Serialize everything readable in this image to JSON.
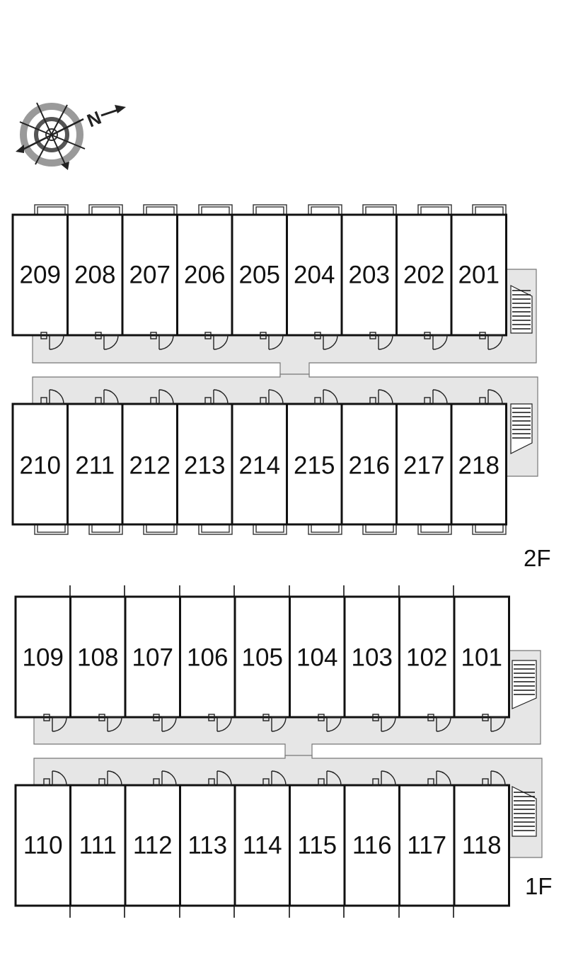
{
  "floors": [
    {
      "label": "2F",
      "top_row": [
        "209",
        "208",
        "207",
        "206",
        "205",
        "204",
        "203",
        "202",
        "201"
      ],
      "bottom_row": [
        "210",
        "211",
        "212",
        "213",
        "214",
        "215",
        "216",
        "217",
        "218"
      ]
    },
    {
      "label": "1F",
      "top_row": [
        "109",
        "108",
        "107",
        "106",
        "105",
        "104",
        "103",
        "102",
        "101"
      ],
      "bottom_row": [
        "110",
        "111",
        "112",
        "113",
        "114",
        "115",
        "116",
        "117",
        "118"
      ]
    }
  ],
  "compass": {
    "label": "N",
    "icon": "north-arrow-icon"
  }
}
